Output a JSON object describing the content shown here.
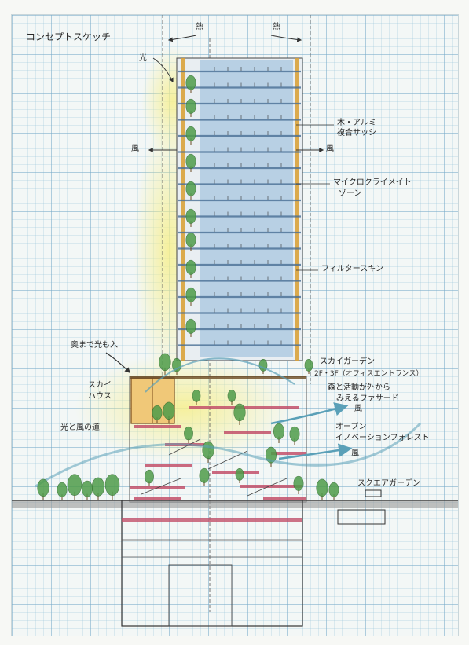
{
  "title": "コンセプトスケッチ",
  "labels": {
    "top_left_heat": "熱",
    "top_right_heat": "熱",
    "light_top": "光",
    "wind_left": "風",
    "wind_right": "風",
    "aluminum_sash_1": "木・アルミ",
    "aluminum_sash_2": "複合サッシ",
    "micro_climate_1": "マイクロクライメイト",
    "micro_climate_2": "ゾーン",
    "filter_skin": "フィルタースキン",
    "light_deep": "奥まで光も入",
    "sky_house_1": "スカイ",
    "sky_house_2": "ハウス",
    "light_wind_path": "光と風の道",
    "sky_garden": "スカイガーデン",
    "office_entrance": "2F・3F（オフィスエントランス）",
    "forest_facade_1": "森と活動が外から",
    "forest_facade_2": "みえるファサード",
    "wind_mid": "風",
    "open_forest_1": "オープン",
    "open_forest_2": "イノベーションフォレスト",
    "wind_low": "風",
    "square_garden": "スクエアガーデン"
  },
  "colors": {
    "glass": "#8fb8d8",
    "slab": "#4a6f95",
    "tree": "#4f9c4a",
    "wood": "#d9a23b",
    "red_slab": "#c2506a",
    "light_glow": "#f3ea8a",
    "ground": "#8a8a8a",
    "wind_arrow": "#5aa0b8"
  }
}
